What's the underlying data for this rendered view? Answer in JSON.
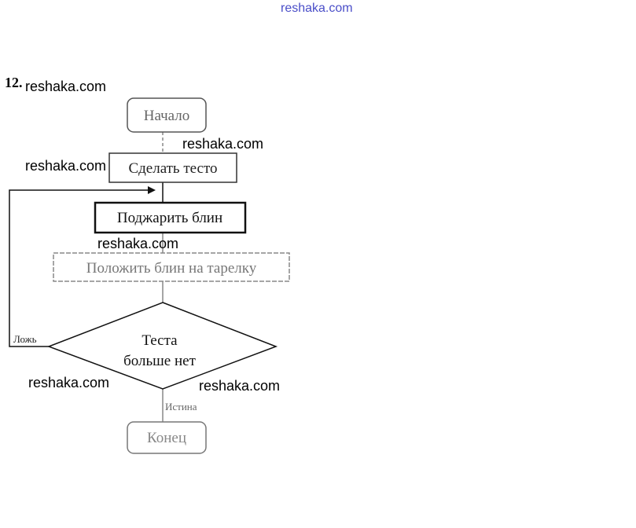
{
  "watermark_top": "reshaka.com",
  "task_number": "12.",
  "watermarks": [
    "reshaka.com",
    "reshaka.com",
    "reshaka.com",
    "reshaka.com",
    "reshaka.com",
    "reshaka.com"
  ],
  "flowchart": {
    "start": "Начало",
    "step1": "Сделать тесто",
    "step2": "Поджарить блин",
    "step3": "Положить блин на тарелку",
    "condition_line1": "Теста",
    "condition_line2": "больше нет",
    "false_label": "Ложь",
    "true_label": "Истина",
    "end": "Конец"
  },
  "colors": {
    "line": "#111111",
    "faded": "#777777",
    "watermark_top": "#4a4ec8"
  }
}
